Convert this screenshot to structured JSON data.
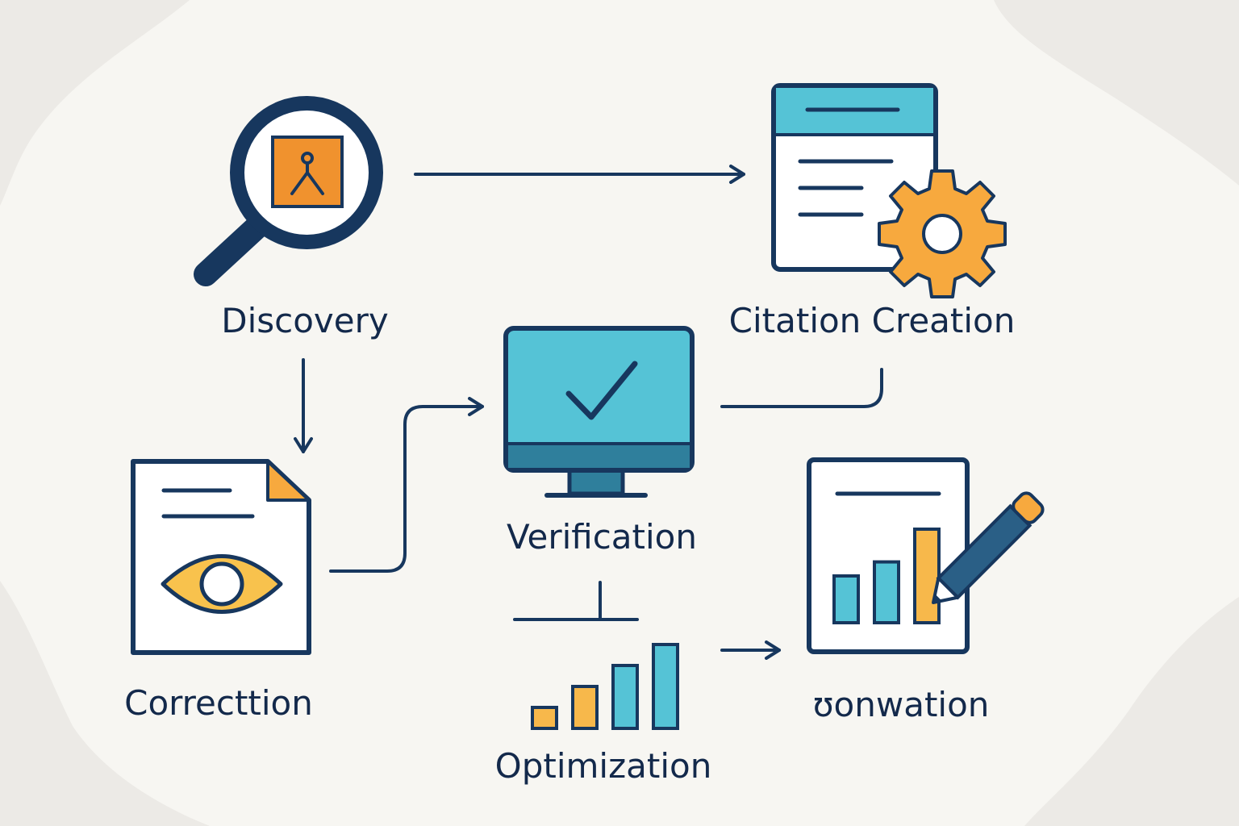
{
  "colors": {
    "navy": "#17375e",
    "teal": "#55c3d6",
    "orange": "#f0922e",
    "yellow": "#f7b84b",
    "background": "#f7f6f2",
    "blob": "#eceae6"
  },
  "stages": [
    {
      "id": "discovery",
      "label": "Discovery",
      "icon": "magnifier-person-icon"
    },
    {
      "id": "citation-creation",
      "label": "Citation Creation",
      "icon": "document-gear-icon"
    },
    {
      "id": "verification",
      "label": "Verification",
      "icon": "monitor-check-icon"
    },
    {
      "id": "correction",
      "label": "Correcttion",
      "icon": "document-eye-icon"
    },
    {
      "id": "innovation",
      "label": "ʊonwation",
      "icon": "report-pencil-icon"
    },
    {
      "id": "optimization",
      "label": "Optimization",
      "icon": "bar-chart-icon"
    }
  ],
  "optimization_chart": {
    "type": "bar",
    "values": [
      1,
      2,
      3,
      4
    ]
  },
  "report_chart": {
    "type": "bar",
    "values": [
      2,
      2.6,
      4
    ]
  }
}
